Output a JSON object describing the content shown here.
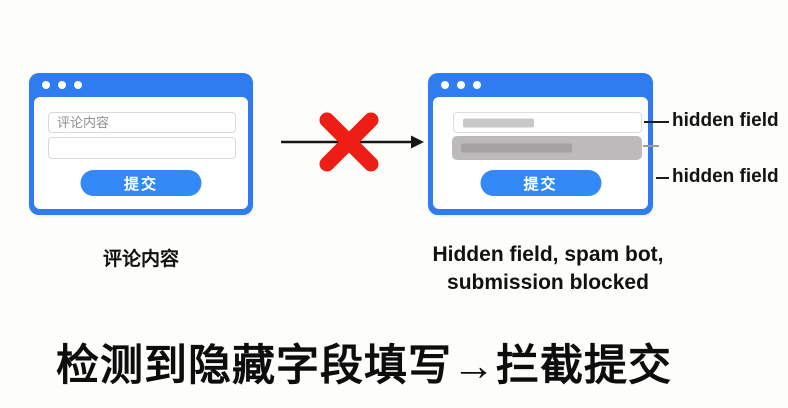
{
  "page": {
    "headline": "检测到隐藏字段填写→拦截提交",
    "background_color": "#fdfdfa"
  },
  "left_panel": {
    "window": {
      "traffic_dots": 3,
      "comment_input": {
        "placeholder": "评论内容",
        "value": ""
      },
      "extra_input": {
        "value": ""
      },
      "submit_label": "提交"
    },
    "caption": "评论内容"
  },
  "flow": {
    "arrow_direction": "left-to-right",
    "blocked_icon": "red-x",
    "blocked_color": "#ee1d15",
    "arrow_color": "#161616"
  },
  "right_panel": {
    "window": {
      "traffic_dots": 3,
      "hidden_field_1": {
        "state": "filled",
        "bar_color": "#c7c7c7"
      },
      "hidden_field_2": {
        "state": "filled",
        "bar_color": "#a3a1a1",
        "background": "#bcbaba"
      },
      "submit_label": "提交"
    },
    "annotations": [
      {
        "label": "hidden field"
      },
      {
        "label": "hidden field"
      }
    ],
    "caption_line1": "Hidden field, spam bot,",
    "caption_line2": "submission blocked"
  },
  "colors": {
    "window_frame_blue": "#2e7cf0",
    "button_blue": "#338af6",
    "blocked_red": "#ee1d15",
    "input_border_gray": "#d9d9d9",
    "placeholder_gray": "#8f8f8f",
    "text_black": "#111111"
  }
}
